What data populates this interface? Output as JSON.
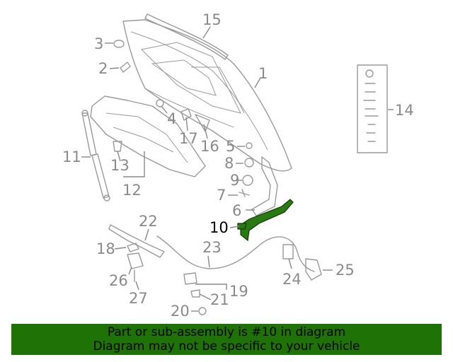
{
  "callouts": {
    "c1": "1",
    "c2": "2",
    "c3": "3",
    "c4": "4",
    "c5": "5",
    "c6": "6",
    "c7": "7",
    "c8": "8",
    "c9": "9",
    "c10": "10",
    "c11": "11",
    "c12": "12",
    "c13": "13",
    "c14": "14",
    "c15": "15",
    "c16": "16",
    "c17": "17",
    "c18": "18",
    "c19": "19",
    "c20": "20",
    "c21": "21",
    "c22": "22",
    "c23": "23",
    "c24": "24",
    "c25": "25",
    "c26": "26",
    "c27": "27"
  },
  "highlighted_part": "10",
  "colors": {
    "highlight": "#2a7a12",
    "banner": "#1f7206",
    "line_art": "#9a9a9a"
  },
  "banner": {
    "line1": "Part or sub-assembly is #10 in diagram",
    "line2": "Diagram may not be specific to your vehicle"
  }
}
